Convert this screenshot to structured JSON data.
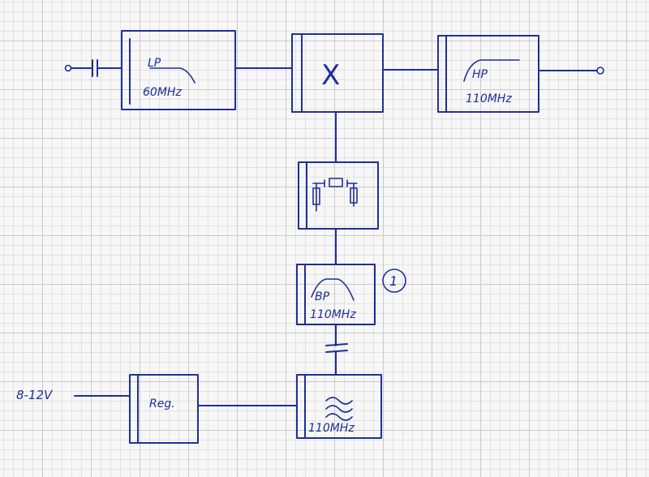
{
  "blocks": {
    "lowpass": {
      "type": "LP",
      "freq": "60MHz"
    },
    "mixer": {
      "symbol": "X"
    },
    "highpass": {
      "type": "HP",
      "freq": "110MHz"
    },
    "bandpass": {
      "type": "BP",
      "freq": "110MHz"
    },
    "oscillator": {
      "freq": "110MHz"
    },
    "regulator": {
      "label": "Reg."
    }
  },
  "annotation": {
    "marker": "1"
  },
  "supply": {
    "label": "8-12V"
  },
  "ink_color": "#1e2f9a"
}
